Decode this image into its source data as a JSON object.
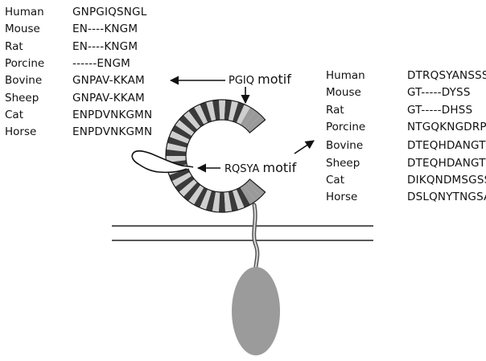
{
  "left_table": {
    "rows": [
      {
        "species": "Human",
        "sequence": "GNPGIQSNGL"
      },
      {
        "species": "Mouse",
        "sequence": "EN----KNGM"
      },
      {
        "species": "Rat",
        "sequence": "EN----KNGM"
      },
      {
        "species": "Porcine",
        "sequence": "------ENGM"
      },
      {
        "species": "Bovine",
        "sequence": "GNPAV-KKAM"
      },
      {
        "species": "Sheep",
        "sequence": "GNPAV-KKAM"
      },
      {
        "species": "Cat",
        "sequence": "ENPDVNKGMN"
      },
      {
        "species": "Horse",
        "sequence": "ENPDVNKGMN"
      }
    ]
  },
  "right_table": {
    "rows": [
      {
        "species": "Human",
        "sequence": "DTRQSYANSSS"
      },
      {
        "species": "Mouse",
        "sequence": "GT-----DYSS"
      },
      {
        "species": "Rat",
        "sequence": "GT-----DHSS"
      },
      {
        "species": "Porcine",
        "sequence": "NTGQKNGDRPS"
      },
      {
        "species": "Bovine",
        "sequence": "DTEQHDANGTS"
      },
      {
        "species": "Sheep",
        "sequence": "DTEQHDANGTF"
      },
      {
        "species": "Cat",
        "sequence": "DIKQNDMSGSS"
      },
      {
        "species": "Horse",
        "sequence": "DSLQNYTNGSA"
      }
    ]
  },
  "callouts": {
    "pgiq": {
      "prefix": "PGIQ",
      "suffix": "motif"
    },
    "rqsya": {
      "prefix": "RQSYA",
      "suffix": "motif"
    }
  },
  "colors": {
    "c_shape_fill": "#3a3a3a",
    "c_shape_stripe": "#cfcfcf",
    "c_shape_light": "#9a9a9a",
    "membrane": "#222222",
    "ellipse": "#9b9b9b",
    "stalk": "#6d6d6d"
  }
}
